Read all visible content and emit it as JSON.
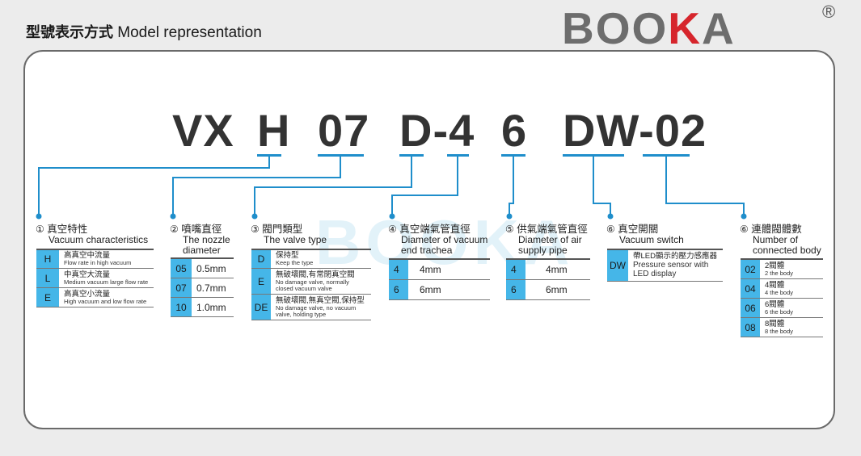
{
  "header": {
    "title_cn": "型號表示方式",
    "title_en": "Model representation"
  },
  "brand": {
    "logo": "BOOKA",
    "registered": "®",
    "watermark": "BOOKA"
  },
  "colors": {
    "accent": "#1f8ecb",
    "code_cell": "#45b6e8",
    "logo_grey": "#6d6d6d",
    "logo_red": "#d6252c"
  },
  "model_code": {
    "vx": "VX",
    "h": "H",
    "n07": "07",
    "d4": "D-4",
    "six": "6",
    "dw": "DW-02"
  },
  "sections": {
    "s1": {
      "num": "①",
      "cn": "真空特性",
      "en": "Vacuum characteristics",
      "rows": [
        {
          "code": "H",
          "cn": "高真空中流量",
          "en": "Flow rate in high vacuum"
        },
        {
          "code": "L",
          "cn": "中真空大流量",
          "en": "Medium vacuum large flow rate"
        },
        {
          "code": "E",
          "cn": "高真空小流量",
          "en": "High vacuum and low flow rate"
        }
      ]
    },
    "s2": {
      "num": "②",
      "cn": "噴嘴直徑",
      "en1": "The nozzle",
      "en2": "diameter",
      "rows": [
        {
          "code": "05",
          "val": "0.5mm"
        },
        {
          "code": "07",
          "val": "0.7mm"
        },
        {
          "code": "10",
          "val": "1.0mm"
        }
      ]
    },
    "s3": {
      "num": "③",
      "cn": "閥門類型",
      "en": "The valve type",
      "rows": [
        {
          "code": "D",
          "cn": "保持型",
          "en1": "Keep the type",
          "en2": ""
        },
        {
          "code": "E",
          "cn": "無破壞閥,有常閉真空閥",
          "en1": "No damage valve, normally",
          "en2": "closed vacuum valve"
        },
        {
          "code": "DE",
          "cn": "無破壞閥,無真空閥,保持型",
          "en1": "No damage valve, no vacuum",
          "en2": "valve, holding type"
        }
      ]
    },
    "s4": {
      "num": "④",
      "cn": "真空端氣管直徑",
      "en1": "Diameter of vacuum",
      "en2": "end trachea",
      "rows": [
        {
          "code": "4",
          "val": "4mm"
        },
        {
          "code": "6",
          "val": "6mm"
        }
      ]
    },
    "s5": {
      "num": "⑤",
      "cn": "供氣端氣管直徑",
      "en1": "Diameter of air",
      "en2": "supply pipe",
      "rows": [
        {
          "code": "4",
          "val": "4mm"
        },
        {
          "code": "6",
          "val": "6mm"
        }
      ]
    },
    "s6": {
      "num": "⑥",
      "cn": "真空開關",
      "en": "Vacuum switch",
      "rows": [
        {
          "code": "DW",
          "cn": "帶LED顯示的壓力感應器",
          "en1": "Pressure sensor with",
          "en2": "LED display"
        }
      ]
    },
    "s7": {
      "num": "⑥",
      "cn": "連體閥體數",
      "en1": "Number of",
      "en2": "connected body",
      "rows": [
        {
          "code": "02",
          "cn": "2閥體",
          "en": "2 the body"
        },
        {
          "code": "04",
          "cn": "4閥體",
          "en": "4 the body"
        },
        {
          "code": "06",
          "cn": "6閥體",
          "en": "6 the body"
        },
        {
          "code": "08",
          "cn": "8閥體",
          "en": "8 the body"
        }
      ]
    }
  }
}
